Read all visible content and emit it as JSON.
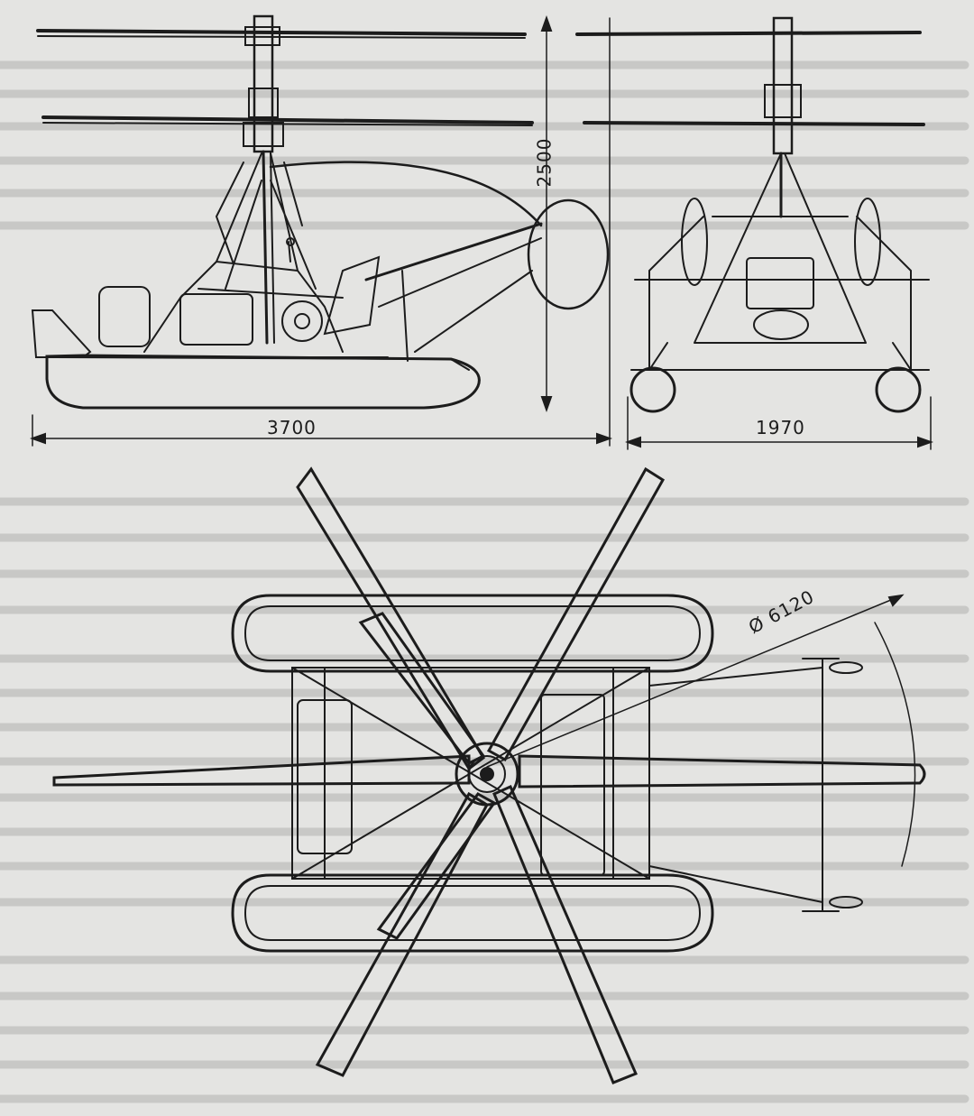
{
  "drawing": {
    "dimensions": {
      "length": "3700",
      "width": "1970",
      "rotor_diameter": "Ø 6120",
      "height": "2500"
    }
  },
  "palette": {
    "paper": "#e4e4e2",
    "ink": "#1c1c1c",
    "faded_text": "#9a9a98"
  }
}
